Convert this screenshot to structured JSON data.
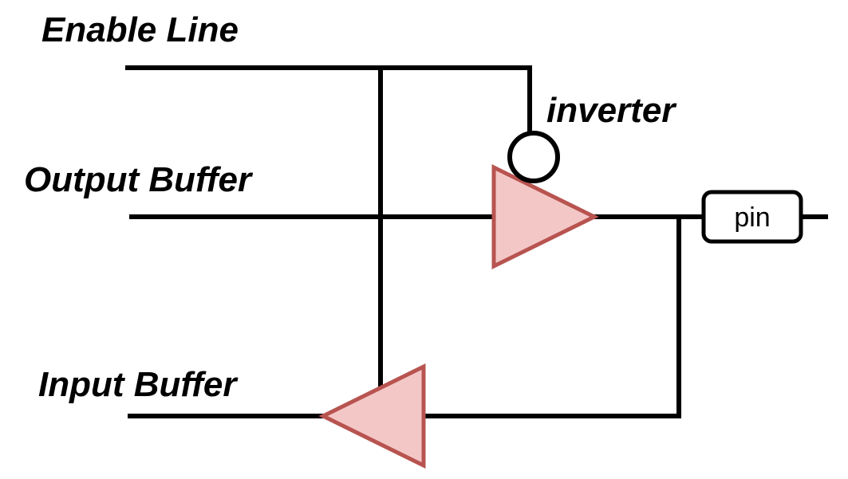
{
  "labels": {
    "enable_line": "Enable Line",
    "output_buffer": "Output Buffer",
    "input_buffer": "Input Buffer",
    "inverter": "inverter",
    "pin": "pin"
  },
  "colors": {
    "wire": "#000000",
    "buffer_fill": "#f4c7c7",
    "buffer_stroke": "#b85450"
  }
}
